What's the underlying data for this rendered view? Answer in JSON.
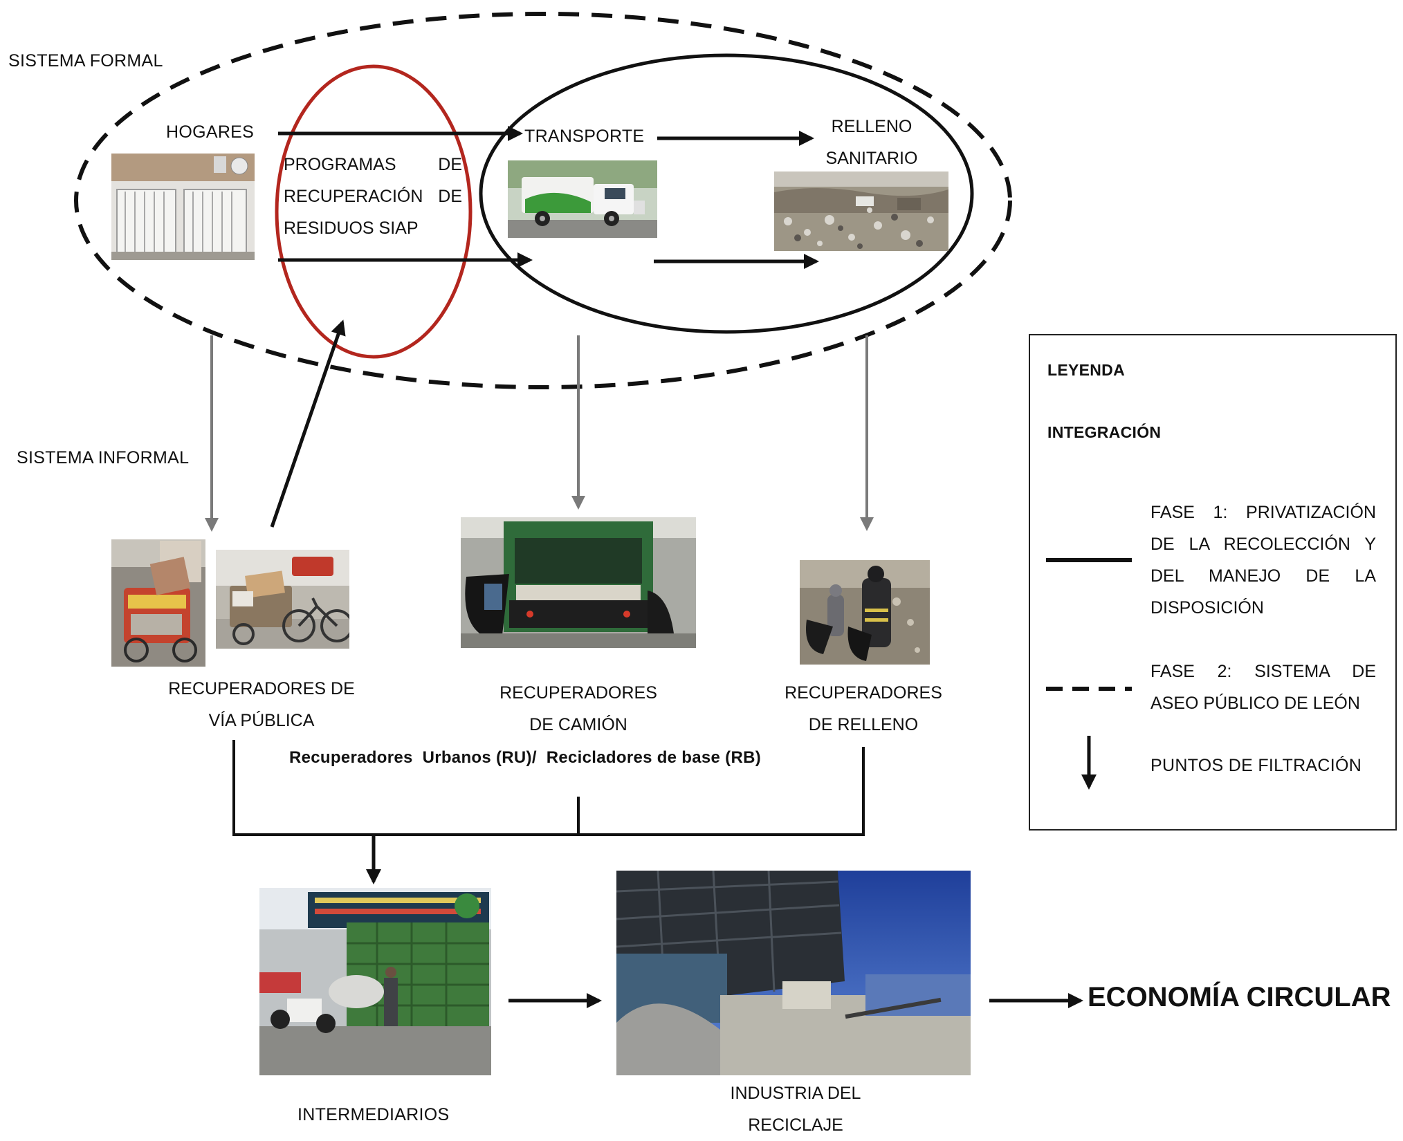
{
  "sections": {
    "formal": "SISTEMA FORMAL",
    "informal": "SISTEMA INFORMAL"
  },
  "nodes": {
    "hogares": "HOGARES",
    "programas": [
      "PROGRAMAS DE",
      "RECUPERACIÓN DE",
      "RESIDUOS SIAP"
    ],
    "transporte": "TRANSPORTE",
    "relleno": [
      "RELLENO",
      "SANITARIO"
    ],
    "rec_via": [
      "RECUPERADORES DE",
      "VÍA PÚBLICA"
    ],
    "rec_camion": [
      "RECUPERADORES",
      "DE CAMIÓN"
    ],
    "rec_relleno": [
      "RECUPERADORES",
      "DE RELLENO"
    ],
    "group_label": "Recuperadores  Urbanos (RU)/  Recicladores de base (RB)",
    "intermediarios": "INTERMEDIARIOS",
    "industria": [
      "INDUSTRIA DEL",
      "RECICLAJE"
    ],
    "economia": "ECONOMÍA CIRCULAR"
  },
  "legend": {
    "title": "LEYENDA",
    "subtitle": "INTEGRACIÓN",
    "fase1": [
      "FASE  1:  PRIVATIZACIÓN",
      "DE  LA  RECOLECCIÓN  Y",
      "DEL   MANEJO   DE   LA",
      "DISPOSICIÓN"
    ],
    "fase2": [
      "FASE   2:   SISTEMA   DE",
      "ASEO PÚBLICO DE LEÓN"
    ],
    "filtracion": "PUNTOS DE FILTRACIÓN"
  },
  "colors": {
    "program_ellipse": "#b3261e",
    "solid": "#111111",
    "filter_arrow": "#7a7a7a"
  },
  "photos": [
    "house-photo",
    "garbage-truck-photo",
    "landfill-photo",
    "street-picker-cart-photo",
    "street-picker-bicycle-photo",
    "truck-pickers-photo",
    "landfill-pickers-photo",
    "scrap-yard-photo",
    "recycling-plant-photo"
  ]
}
